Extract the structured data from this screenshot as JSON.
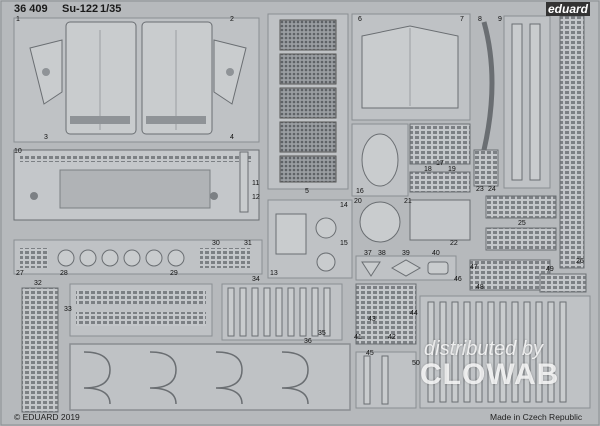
{
  "header": {
    "set_number": "36 409",
    "model": "Su-122",
    "scale": "1/35",
    "brand": "eduard"
  },
  "footer": {
    "copyright": "© EDUARD 2019",
    "origin": "Made in Czech Republic"
  },
  "watermark": {
    "line1": "distributed by",
    "line2": "CLOWAB"
  },
  "part_numbers": [
    "1",
    "2",
    "3",
    "4",
    "5",
    "6",
    "7",
    "8",
    "9",
    "10",
    "11",
    "12",
    "13",
    "14",
    "15",
    "16",
    "17",
    "18",
    "19",
    "20",
    "21",
    "22",
    "23",
    "24",
    "25",
    "26",
    "27",
    "28",
    "29",
    "30",
    "31",
    "32",
    "33",
    "34",
    "35",
    "36",
    "37",
    "38",
    "39",
    "40",
    "41",
    "42",
    "43",
    "44",
    "45",
    "46",
    "47",
    "48",
    "49",
    "50"
  ],
  "colors": {
    "fret": "#b6b9bc",
    "part_fill": "#c6c9cc",
    "etch_line": "#6a6e72",
    "watermark": "#ffffff"
  }
}
